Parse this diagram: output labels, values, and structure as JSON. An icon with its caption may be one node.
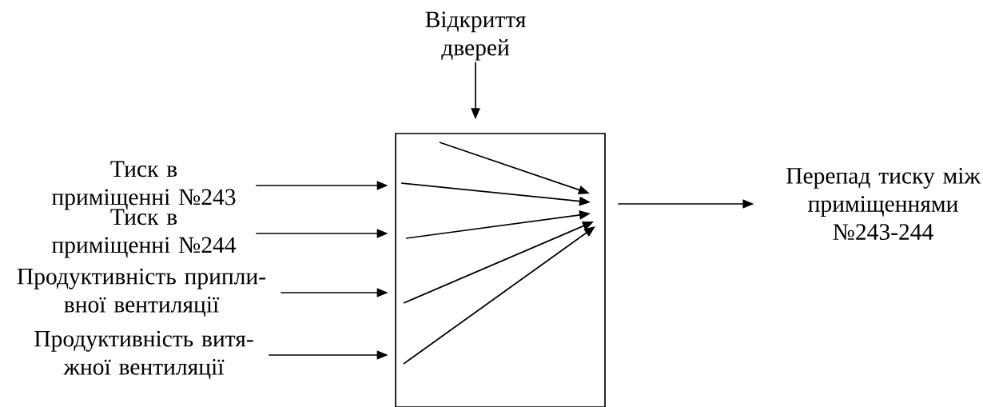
{
  "diagram": {
    "nodes": [
      {
        "text": [
          "Відкриття дверей"
        ]
      },
      {
        "text": [
          "Тиск в приміщенні №243"
        ]
      },
      {
        "text": [
          "Тиск в приміщенні №244"
        ]
      },
      {
        "text": [
          "Продуктивність припли- вної вентиляції"
        ]
      },
      {
        "text": [
          "Продуктивність витя- жної вентиляції"
        ]
      },
      {
        "text": [
          "Перепад тиску між приміщеннями №243-244"
        ]
      },
      {
        "text": [],
        "shape": "box"
      }
    ],
    "edges": [
      {
        "from": 0,
        "to": 6,
        "arrow": "to"
      },
      {
        "from": 1,
        "to": 6,
        "arrow": "to"
      },
      {
        "from": 2,
        "to": 6,
        "arrow": "to"
      },
      {
        "from": 3,
        "to": 6,
        "arrow": "to"
      },
      {
        "from": 4,
        "to": 6,
        "arrow": "to"
      },
      {
        "from": 6,
        "to": 5,
        "arrow": "to"
      }
    ]
  }
}
